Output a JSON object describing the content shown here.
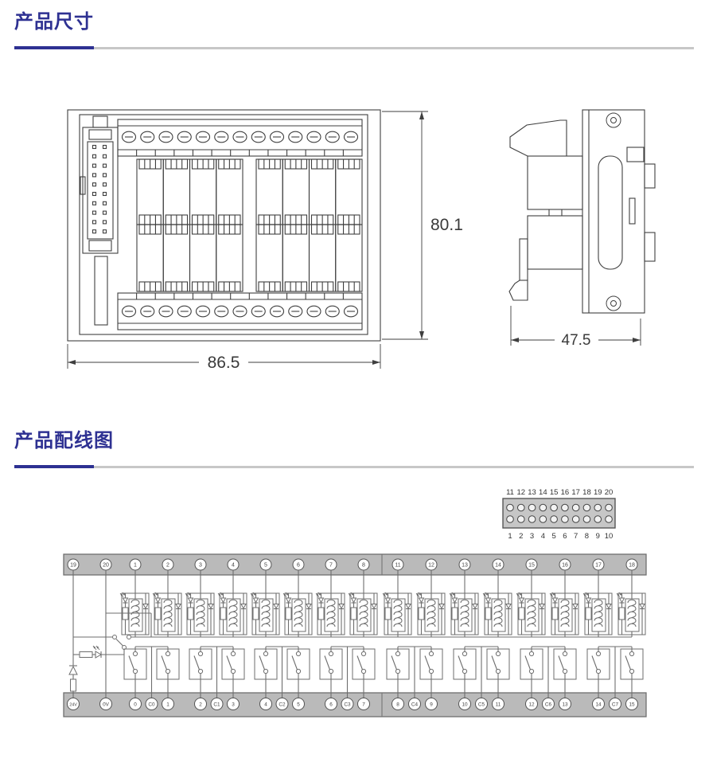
{
  "page": {
    "background": "#ffffff",
    "accent": "#2e3192",
    "rule_gray": "#c7c7c7"
  },
  "section1": {
    "title": "产品尺寸"
  },
  "section2": {
    "title": "产品配线图"
  },
  "front_view": {
    "width_label": "86.5",
    "height_label": "80.1",
    "top_terminal_count": 13,
    "bottom_terminal_count": 13,
    "relay_column_groups": 2,
    "relay_columns_per_group": 4,
    "relay_rows": 2,
    "idc_pin_rows": 10,
    "idc_pin_cols": 2
  },
  "side_view": {
    "width_label": "47.5"
  },
  "wiring": {
    "connector_pins_top": [
      "11",
      "12",
      "13",
      "14",
      "15",
      "16",
      "17",
      "18",
      "19",
      "20"
    ],
    "connector_pins_bottom": [
      "1",
      "2",
      "3",
      "4",
      "5",
      "6",
      "7",
      "8",
      "9",
      "10"
    ],
    "top_terminals": [
      "19",
      "20",
      "1",
      "2",
      "3",
      "4",
      "5",
      "6",
      "7",
      "8",
      "11",
      "12",
      "13",
      "14",
      "15",
      "16",
      "17",
      "18"
    ],
    "bottom_terminals": [
      "24V",
      "0V",
      "0",
      "C0",
      "1",
      "2",
      "C1",
      "3",
      "4",
      "C2",
      "5",
      "6",
      "C3",
      "7",
      "8",
      "C4",
      "9",
      "10",
      "C5",
      "11",
      "12",
      "C6",
      "13",
      "14",
      "C7",
      "15"
    ],
    "relay_count": 16,
    "colors": {
      "bar_fill": "#bababa",
      "bar_stroke": "#6f6f6f",
      "line": "#6e6e6e",
      "draw_line": "#3f3f3f",
      "connector_fill": "#c6c6c6",
      "dim_text": "#3a3a3a",
      "terminal_text": "#444444"
    }
  }
}
